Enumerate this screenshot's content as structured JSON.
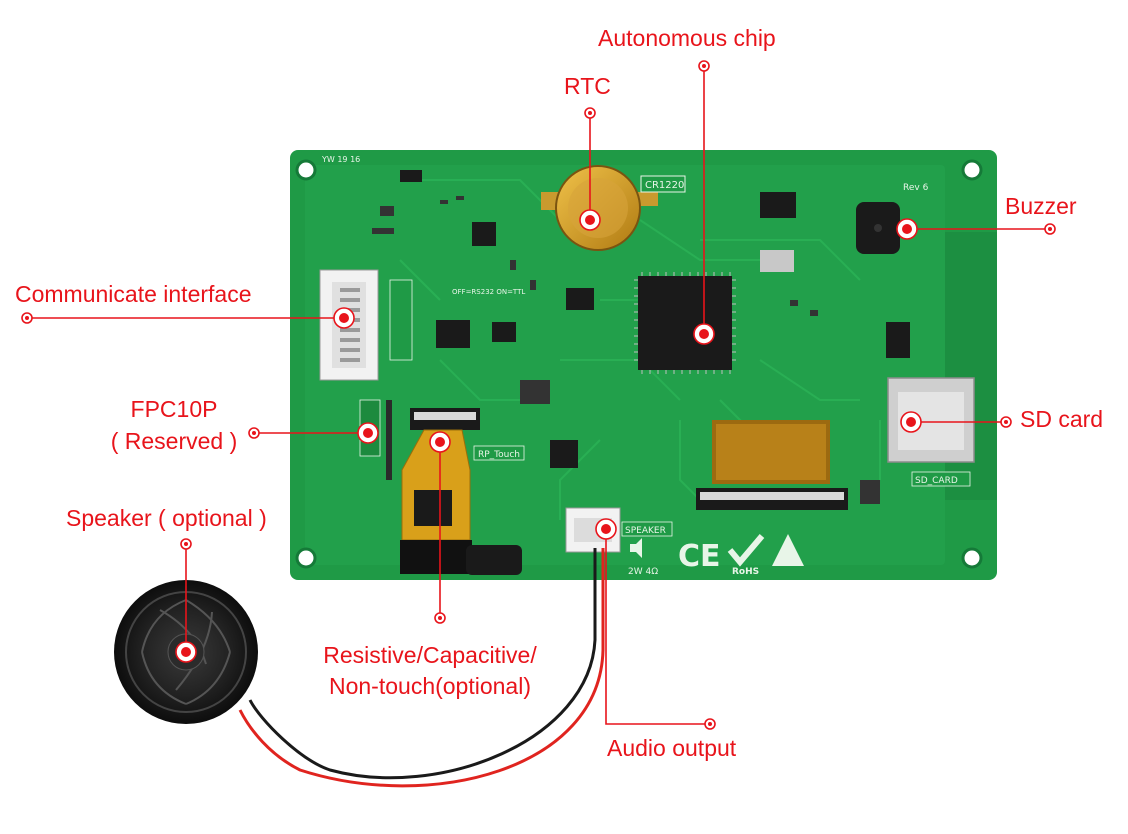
{
  "colors": {
    "label": "#e8141b",
    "pcb": "#1f9a46",
    "pcb_dark": "#14783a",
    "silkscreen": "#e8f5e8"
  },
  "labels": {
    "autonomous_chip": "Autonomous chip",
    "rtc": "RTC",
    "buzzer": "Buzzer",
    "communicate_interface": "Communicate interface",
    "sd_card": "SD card",
    "fpc_line1": "FPC10P",
    "fpc_line2": "( Reserved )",
    "speaker": "Speaker ( optional )",
    "touch_line1": "Resistive/Capacitive/",
    "touch_line2": "Non-touch(optional)",
    "audio_output": "Audio output"
  },
  "board": {
    "silk_cr1220": "CR1220",
    "silk_rev": "Rev 6",
    "silk_yw": "YW 19 16",
    "silk_rp_touch": "RP_Touch",
    "silk_speaker": "SPEAKER",
    "silk_sd": "SD_CARD",
    "silk_2w": "2W 4Ω",
    "silk_rs232": "OFF=RS232 ON=TTL",
    "silk_ce": "CE",
    "silk_rohs": "RoHS"
  },
  "icons": {
    "callout_marker": "red-target-dot",
    "speaker_glyph": "speaker-volume-icon",
    "ce_mark": "ce-mark",
    "rohs_mark": "rohs-check-mark",
    "weee_mark": "warning-triangle-mark"
  }
}
